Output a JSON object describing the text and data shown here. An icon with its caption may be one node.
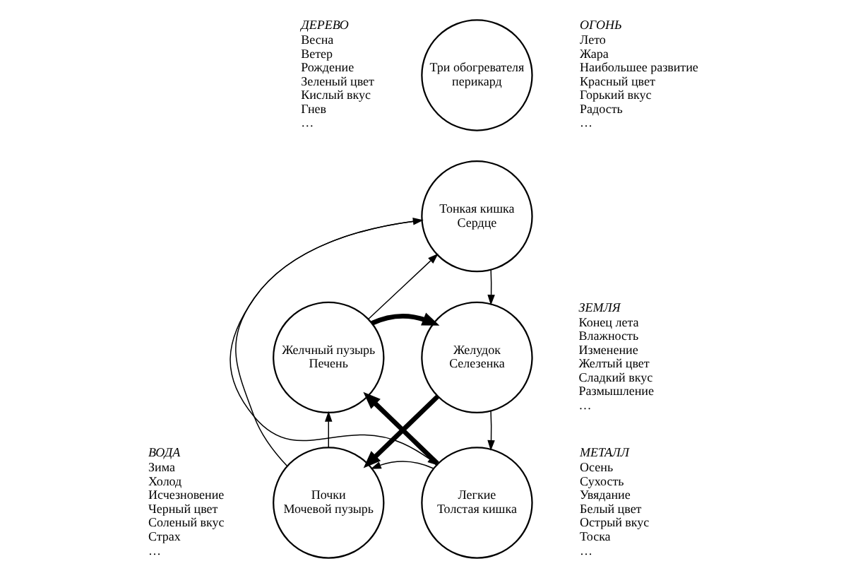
{
  "diagram": {
    "nodes": [
      {
        "text": [
          "Три обогревателя",
          "перикард"
        ]
      },
      {
        "text": [
          "Тонкая кишка",
          "Сердце"
        ]
      },
      {
        "text": [
          "Желудок",
          "Селезенка"
        ]
      },
      {
        "text": [
          "Легкие",
          "Толстая кишка"
        ]
      },
      {
        "text": [
          "Почки",
          "Мочевой пузырь"
        ]
      },
      {
        "text": [
          "Желчный пузырь",
          "Печень"
        ]
      }
    ],
    "edges": [
      {
        "from": 5,
        "to": 1,
        "arrow": "to"
      },
      {
        "from": 1,
        "to": 2,
        "arrow": "to"
      },
      {
        "from": 2,
        "to": 3,
        "arrow": "to"
      },
      {
        "from": 3,
        "to": 4,
        "arrow": "to"
      },
      {
        "from": 4,
        "to": 5,
        "arrow": "to"
      },
      {
        "from": 1,
        "to": 3,
        "arrow": "to"
      },
      {
        "from": 5,
        "to": 2,
        "arrow": "to",
        "style": "thick"
      },
      {
        "from": 2,
        "to": 4,
        "arrow": "to",
        "style": "thick"
      },
      {
        "from": 3,
        "to": 5,
        "arrow": "to",
        "style": "thick"
      },
      {
        "from": 4,
        "to": 1,
        "arrow": "to"
      }
    ],
    "labels": [
      "ДЕРЕВО",
      "Весна",
      "Ветер",
      "Рождение",
      "Зеленый цвет",
      "Кислый вкус",
      "Гнев",
      "…",
      "ОГОНЬ",
      "Лето",
      "Жара",
      "Наибольшее развитие",
      "Красный цвет",
      "Горький вкус",
      "Радость",
      "…",
      "ЗЕМЛЯ",
      "Конец лета",
      "Влажность",
      "Изменение",
      "Желтый цвет",
      "Сладкий вкус",
      "Размышление",
      "…",
      "ВОДА",
      "Зима",
      "Холод",
      "Исчезновение",
      "Черный цвет",
      "Соленый вкус",
      "Страх",
      "…",
      "МЕТАЛЛ",
      "Осень",
      "Сухость",
      "Увядание",
      "Белый цвет",
      "Острый вкус",
      "Тоска",
      "…"
    ]
  }
}
